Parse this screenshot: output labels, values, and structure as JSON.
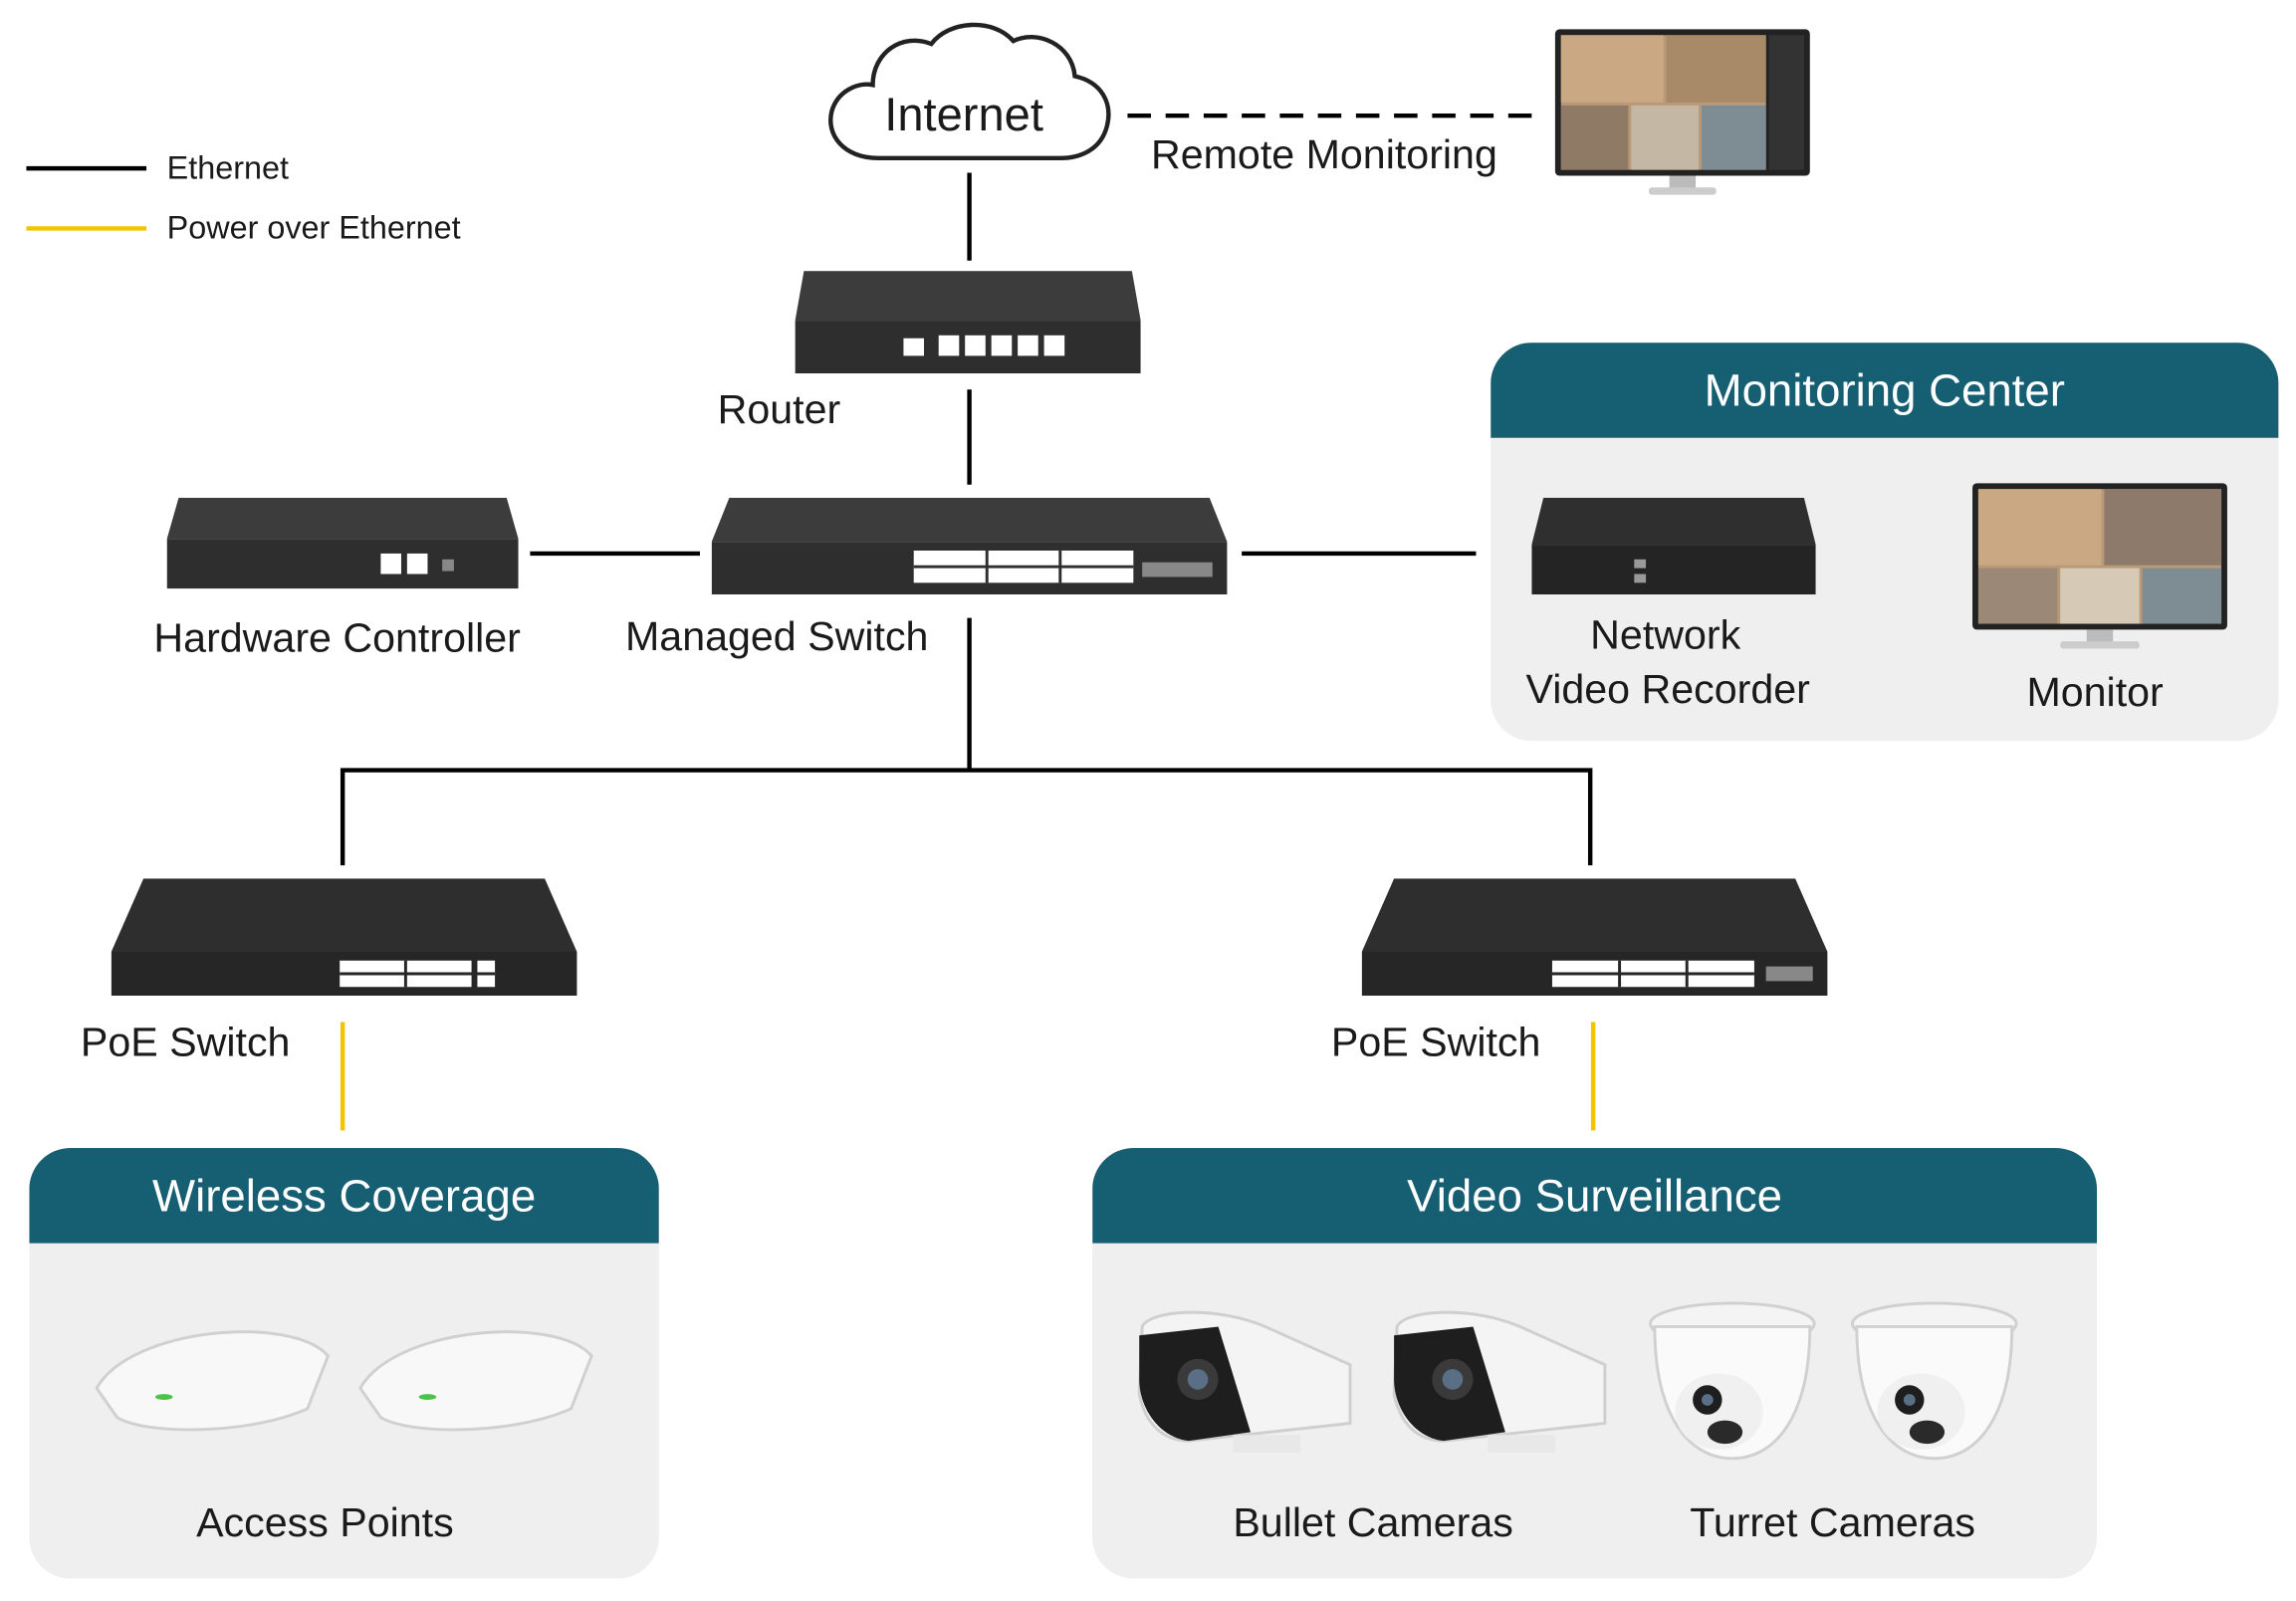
{
  "legend": {
    "items": [
      {
        "label": "Ethernet",
        "color": "#000000"
      },
      {
        "label": "Power over Ethernet",
        "color": "#f5c400"
      }
    ]
  },
  "nodes": {
    "internet": "Internet",
    "remote_monitoring": "Remote Monitoring",
    "router": "Router",
    "hardware_controller": "Hardware Controller",
    "managed_switch": "Managed Switch",
    "poe_switch_left": "PoE Switch",
    "poe_switch_right": "PoE Switch"
  },
  "panels": {
    "monitoring_center": {
      "title": "Monitoring Center",
      "nvr_line1": "Network",
      "nvr_line2": "Video Recorder",
      "monitor": "Monitor"
    },
    "wireless_coverage": {
      "title": "Wireless Coverage",
      "access_points": "Access Points"
    },
    "video_surveillance": {
      "title": "Video Surveillance",
      "bullet_cameras": "Bullet Cameras",
      "turret_cameras": "Turret Cameras"
    }
  },
  "colors": {
    "ethernet": "#000000",
    "poe": "#f5c400",
    "panel_header": "#165e72",
    "panel_body": "#efefef"
  },
  "icons": {
    "internet": "cloud-icon",
    "remote": "monitor-icon",
    "router": "router-icon",
    "controller": "hardware-controller-icon",
    "switch": "switch-icon",
    "nvr": "nvr-icon",
    "ap": "access-point-icon",
    "bullet": "bullet-camera-icon",
    "turret": "turret-camera-icon"
  }
}
